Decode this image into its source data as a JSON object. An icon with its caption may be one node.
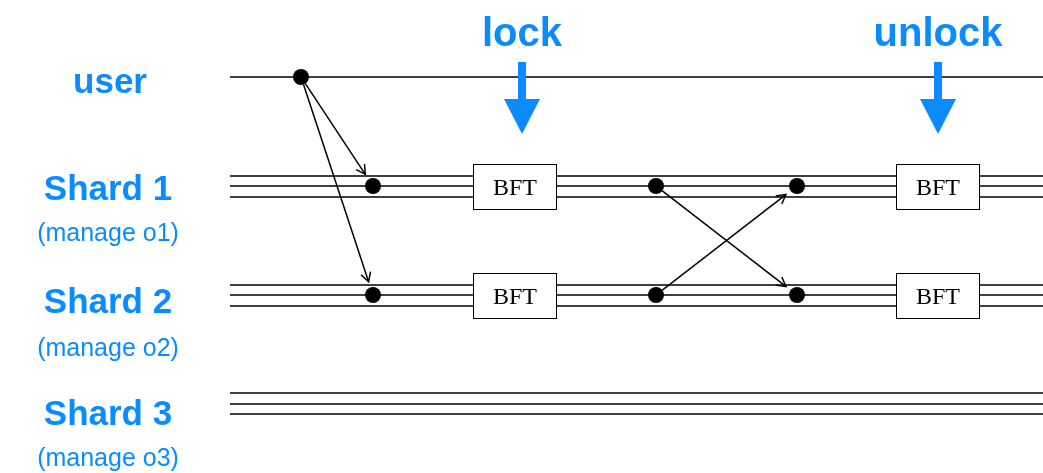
{
  "diagram": {
    "nodes": [
      {
        "text": [],
        "shape": "circle"
      },
      {
        "text": [],
        "shape": "circle"
      },
      {
        "text": [],
        "shape": "circle"
      },
      {
        "text": [
          "BFT"
        ]
      },
      {
        "text": [
          "BFT"
        ]
      },
      {
        "text": [],
        "shape": "circle"
      },
      {
        "text": [],
        "shape": "circle"
      },
      {
        "text": [],
        "shape": "circle"
      },
      {
        "text": [],
        "shape": "circle"
      },
      {
        "text": [
          "BFT"
        ]
      },
      {
        "text": [
          "BFT"
        ]
      }
    ],
    "edges": [
      {
        "from": 0,
        "to": 1,
        "arrow": "to"
      },
      {
        "from": 0,
        "to": 2,
        "arrow": "to"
      },
      {
        "from": 5,
        "to": 8,
        "arrow": "to"
      },
      {
        "from": 6,
        "to": 7,
        "arrow": "to"
      }
    ],
    "labels": [
      "lock",
      "unlock",
      "user",
      "Shard 1",
      "(manage o1)",
      "Shard 2",
      "(manage o2)",
      "Shard 3",
      "(manage o3)"
    ]
  }
}
